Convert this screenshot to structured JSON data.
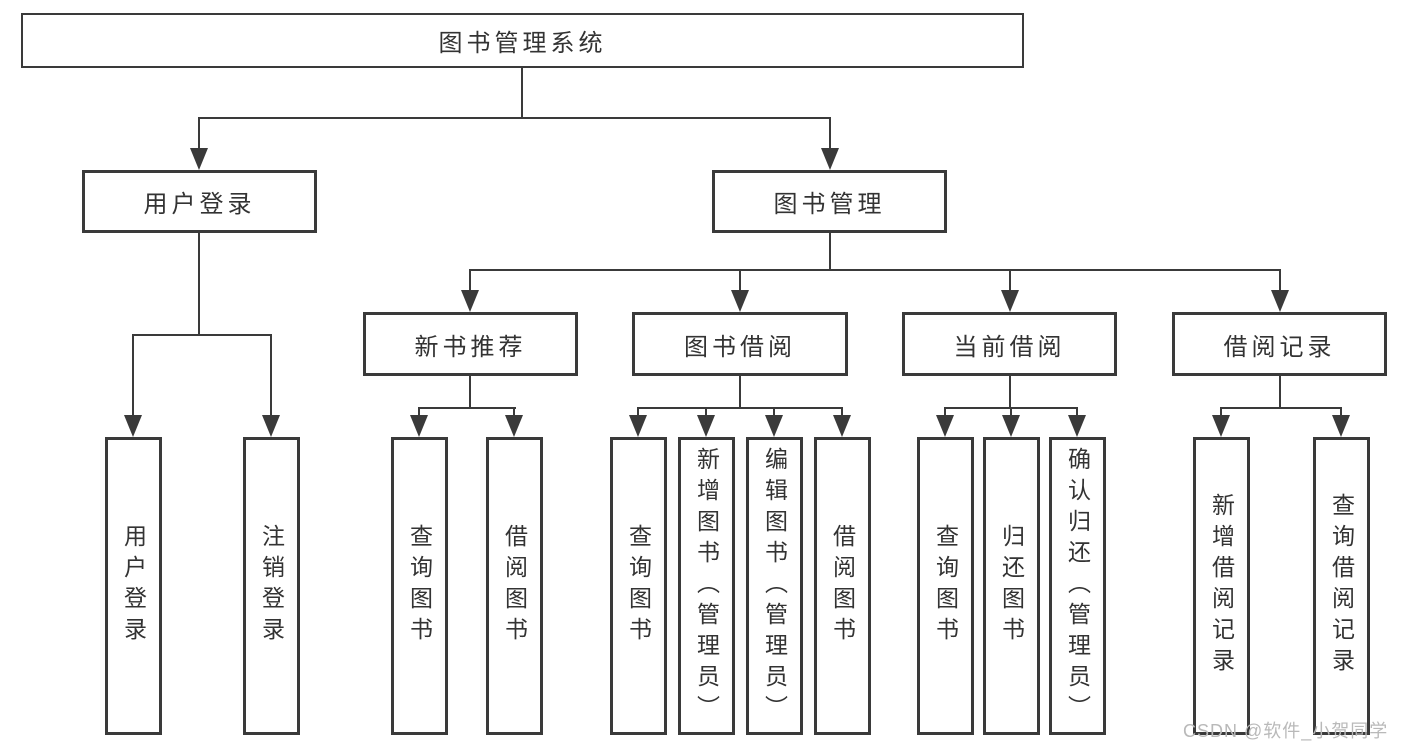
{
  "colors": {
    "line": "#3a3a3a",
    "text": "#333333",
    "background": "#ffffff",
    "watermark": "#b9b9b9"
  },
  "tree": {
    "root": {
      "label": "图书管理系统"
    },
    "level2": [
      {
        "label": "用户登录",
        "children": [
          {
            "label": "用户登录"
          },
          {
            "label": "注销登录"
          }
        ]
      },
      {
        "label": "图书管理",
        "children": [
          {
            "label": "新书推荐",
            "children": [
              {
                "label": "查询图书"
              },
              {
                "label": "借阅图书"
              }
            ]
          },
          {
            "label": "图书借阅",
            "children": [
              {
                "label": "查询图书"
              },
              {
                "label": "新增图书（管理员）"
              },
              {
                "label": "编辑图书（管理员）"
              },
              {
                "label": "借阅图书"
              }
            ]
          },
          {
            "label": "当前借阅",
            "children": [
              {
                "label": "查询图书"
              },
              {
                "label": "归还图书"
              },
              {
                "label": "确认归还（管理员）"
              }
            ]
          },
          {
            "label": "借阅记录",
            "children": [
              {
                "label": "新增借阅记录"
              },
              {
                "label": "查询借阅记录"
              }
            ]
          }
        ]
      }
    ]
  },
  "watermark": {
    "text": "CSDN @软件_小贺同学"
  }
}
